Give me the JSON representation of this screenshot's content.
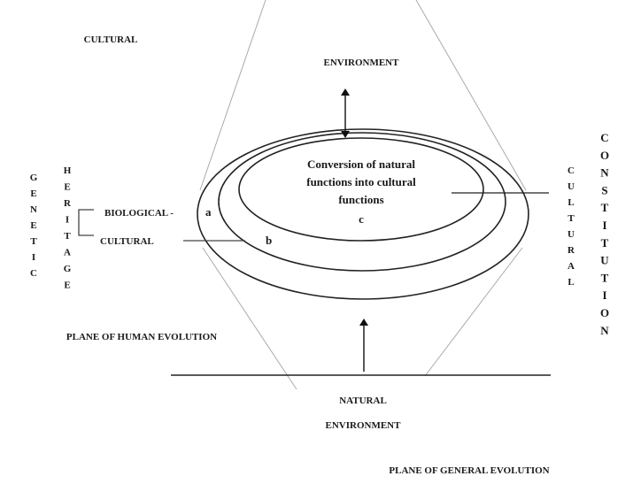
{
  "labels": {
    "cultural_top": "CULTURAL",
    "environment_top": "ENVIRONMENT",
    "center_lines": [
      "Conversion of natural",
      "functions into cultural",
      "functions"
    ],
    "c": "c",
    "a": "a",
    "b": "b",
    "biological": "BIOLOGICAL -",
    "cultural_heritage": "CULTURAL",
    "genetic": "GENETIC",
    "heritage": "HERITAGE",
    "cultural_right": "CULTURAL",
    "constitution": "CONSTITUTION",
    "plane_human": "PLANE OF HUMAN EVOLUTION",
    "natural": "NATURAL",
    "environment_bottom": "ENVIRONMENT",
    "plane_general": "PLANE OF GENERAL  EVOLUTION"
  }
}
